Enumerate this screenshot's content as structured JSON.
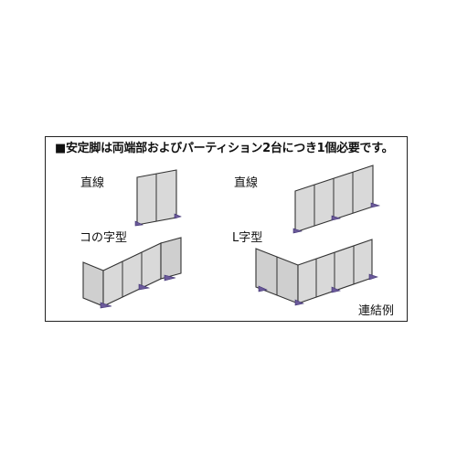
{
  "note": "■安定脚は両端部およびパーティション2台につき1個必要です。",
  "labels": {
    "straight_a": "直線",
    "straight_b": "直線",
    "u_shape": "コの字型",
    "l_shape": "L字型",
    "example": "連結例"
  },
  "colors": {
    "panel": "#d9d9d9",
    "foot": "#6b5a9a",
    "outline": "#333333"
  }
}
